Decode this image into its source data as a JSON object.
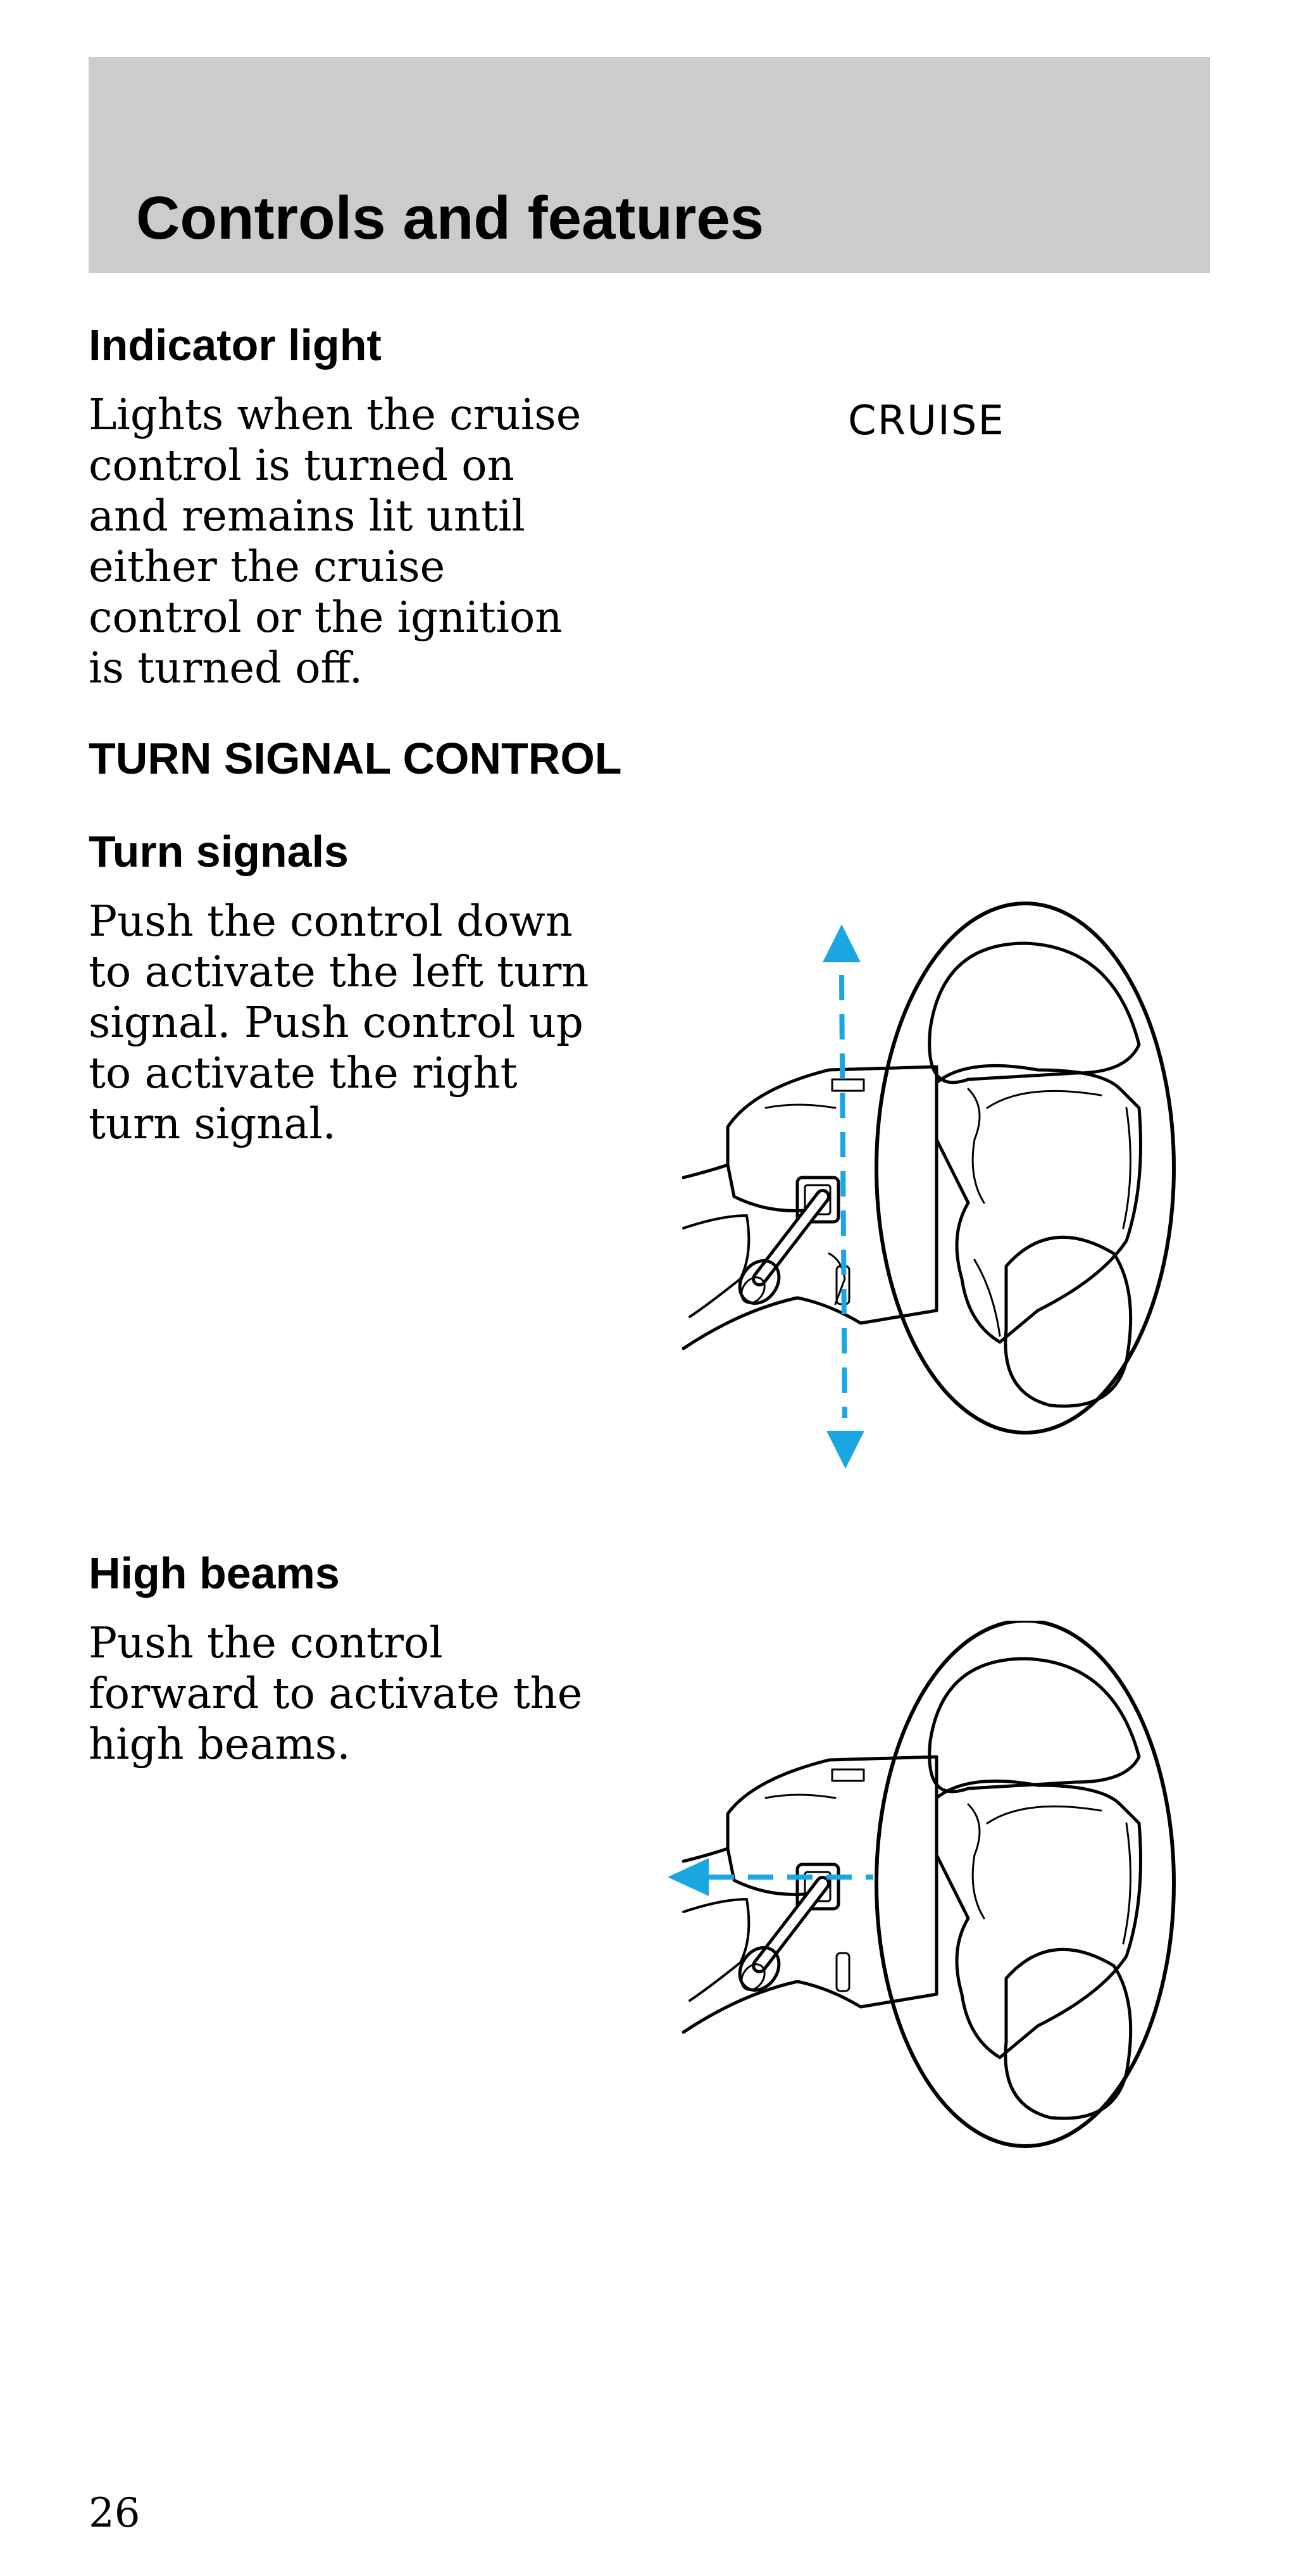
{
  "header": {
    "title": "Controls and features"
  },
  "indicator": {
    "heading": "Indicator light",
    "body": "Lights when the cruise\ncontrol is turned on\nand remains lit until\neither the cruise\ncontrol or the ignition\nis turned off.",
    "label": "CRUISE"
  },
  "turn_signal": {
    "section_heading": "TURN SIGNAL CONTROL",
    "heading": "Turn signals",
    "body": "Push the control down\nto activate the left turn\nsignal. Push control up\nto activate the right\nturn signal."
  },
  "high_beams": {
    "heading": "High beams",
    "body": "Push the control\nforward to activate the\nhigh beams."
  },
  "illustrations": {
    "turn_signal_figure": "steering-wheel-turn-signal-lever",
    "high_beam_figure": "steering-wheel-high-beam-lever",
    "arrow_color": "#1aa6e0"
  },
  "footer": {
    "page_number": "26"
  }
}
